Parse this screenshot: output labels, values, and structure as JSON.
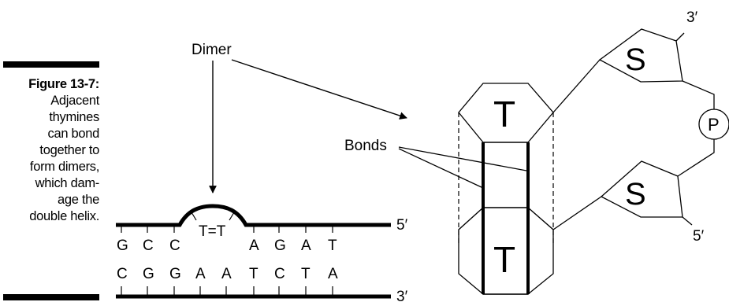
{
  "figure": {
    "label": "Figure 13-7:",
    "text": "Adjacent\nthymines\ncan bond\ntogether to\nform dimers,\nwhich dam-\nage the\ndouble helix."
  },
  "labels": {
    "dimer": "Dimer",
    "bonds": "Bonds",
    "top_strand_end": "5′",
    "bottom_strand_end": "3′",
    "dimer_bond": "T=T"
  },
  "top_strand_bases": [
    "G",
    "C",
    "C",
    "A",
    "G",
    "A",
    "T"
  ],
  "bottom_strand_bases": [
    "C",
    "G",
    "G",
    "A",
    "A",
    "T",
    "C",
    "T",
    "A"
  ],
  "detail": {
    "thymine_top": "T",
    "thymine_bottom": "T",
    "sugar_top": "S",
    "sugar_bottom": "S",
    "phosphate": "P",
    "end_top": "3′",
    "end_bottom": "5′"
  }
}
